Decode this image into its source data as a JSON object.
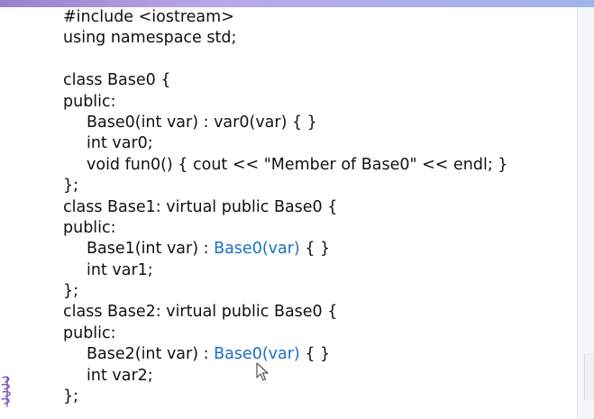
{
  "code_lines": [
    {
      "indent": 0,
      "parts": [
        {
          "text": "#include <iostream>",
          "style": "plain"
        }
      ]
    },
    {
      "indent": 0,
      "parts": [
        {
          "text": "using namespace std;",
          "style": "plain"
        }
      ]
    },
    {
      "indent": 0,
      "parts": [
        {
          "text": "",
          "style": "plain"
        }
      ]
    },
    {
      "indent": 0,
      "parts": [
        {
          "text": "class Base0 {",
          "style": "plain"
        }
      ]
    },
    {
      "indent": 0,
      "parts": [
        {
          "text": "public:",
          "style": "plain"
        }
      ]
    },
    {
      "indent": 1,
      "parts": [
        {
          "text": "Base0(int var) : var0(var) { }",
          "style": "plain"
        }
      ]
    },
    {
      "indent": 1,
      "parts": [
        {
          "text": "int var0;",
          "style": "plain"
        }
      ]
    },
    {
      "indent": 1,
      "parts": [
        {
          "text": "void fun0() { cout << \"Member of Base0\" << endl; }",
          "style": "plain"
        }
      ]
    },
    {
      "indent": 0,
      "parts": [
        {
          "text": "};",
          "style": "plain"
        }
      ]
    },
    {
      "indent": 0,
      "parts": [
        {
          "text": "class Base1: virtual public Base0 {",
          "style": "plain"
        }
      ]
    },
    {
      "indent": 0,
      "parts": [
        {
          "text": "public:",
          "style": "plain"
        }
      ]
    },
    {
      "indent": 1,
      "parts": [
        {
          "text": "Base1(int var) : ",
          "style": "plain"
        },
        {
          "text": "Base0(var)",
          "style": "blue"
        },
        {
          "text": " { }",
          "style": "plain"
        }
      ]
    },
    {
      "indent": 1,
      "parts": [
        {
          "text": "int var1;",
          "style": "plain"
        }
      ]
    },
    {
      "indent": 0,
      "parts": [
        {
          "text": "};",
          "style": "plain"
        }
      ]
    },
    {
      "indent": 0,
      "parts": [
        {
          "text": "class Base2: virtual public Base0 {",
          "style": "plain"
        }
      ]
    },
    {
      "indent": 0,
      "parts": [
        {
          "text": "public:",
          "style": "plain"
        }
      ]
    },
    {
      "indent": 1,
      "parts": [
        {
          "text": "Base2(int var) : ",
          "style": "plain"
        },
        {
          "text": "Base0(var)",
          "style": "blue"
        },
        {
          "text": " { }",
          "style": "plain"
        }
      ]
    },
    {
      "indent": 1,
      "parts": [
        {
          "text": "int var2;",
          "style": "plain"
        }
      ]
    },
    {
      "indent": 0,
      "parts": [
        {
          "text": "};",
          "style": "plain"
        }
      ]
    }
  ],
  "colors": {
    "code_text": "#111111",
    "highlight_blue": "#1a6ec4",
    "top_strip": "#b9a6e6",
    "logo": "#7a4fc0"
  },
  "icons": {
    "cursor": "mouse-pointer-icon",
    "logo": "logo-mark-icon"
  }
}
